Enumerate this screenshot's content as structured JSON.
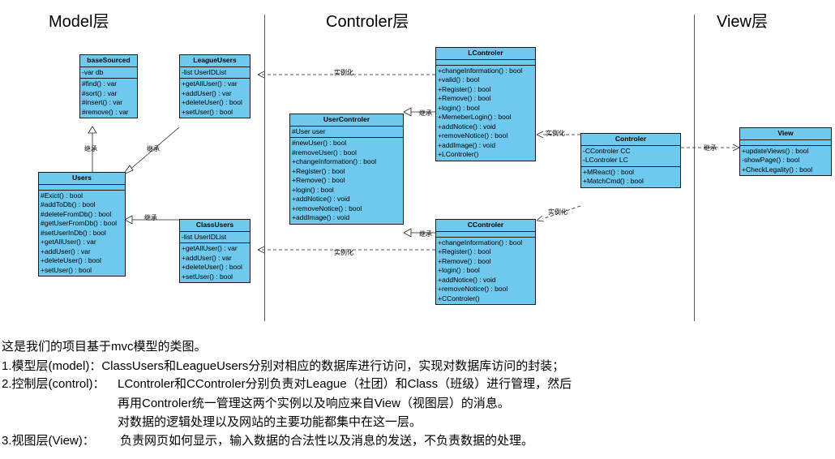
{
  "layers": {
    "model": "Model层",
    "controller": "Controler层",
    "view": "View层"
  },
  "classes": {
    "baseSourced": {
      "name": "baseSourced",
      "attrs": [
        "-var db"
      ],
      "ops": [
        "#find() : var",
        "#sort() : var",
        "#insert() : var",
        "#remove() : var"
      ]
    },
    "LeagueUsers": {
      "name": "LeagueUsers",
      "attrs": [
        "-list UserIDList"
      ],
      "ops": [
        "+getAllUser() : var",
        "+addUser() : var",
        "+deleteUser() : bool",
        "+setUser() : bool"
      ]
    },
    "Users": {
      "name": "Users",
      "attrs": [],
      "ops": [
        "#Exict() : bool",
        "#addToDb() : bool",
        "#deleteFromDb() : bool",
        "#getUserFromDb() : bool",
        "#setUserInDb() : bool",
        "+getAllUser() : var",
        "+addUser() : var",
        "+deleteUser() : bool",
        "+setUser() : bool"
      ]
    },
    "ClassUsers": {
      "name": "ClassUsers",
      "attrs": [
        "-list UserIDList"
      ],
      "ops": [
        "+getAllUser() : var",
        "+addUser() : var",
        "+deleteUser() : bool",
        "+setUser() : bool"
      ]
    },
    "UserControler": {
      "name": "UserControler",
      "attrs": [
        "#User user"
      ],
      "ops": [
        "#newUser() : bool",
        "#removeUser() : bool",
        "+changeInformation() : bool",
        "+Register() : bool",
        "+Remove() : bool",
        "+login() : bool",
        "+addNotice() : void",
        "+removeNotice() : bool",
        "+addImage() : void"
      ]
    },
    "LControler": {
      "name": "LControler",
      "attrs": [],
      "ops": [
        "+changeInformation() : bool",
        "+valid() : bool",
        "+Register() : bool",
        "+Remove() : bool",
        "+login() : bool",
        "+MemeberLogin() : bool",
        "+addNotice() : void",
        "+removeNotice() : bool",
        "+addImage() : void",
        "+LControler()"
      ]
    },
    "CControler": {
      "name": "CControler",
      "attrs": [],
      "ops": [
        "+changeInformation() : bool",
        "+Register() : bool",
        "+Remove() : bool",
        "+login() : bool",
        "+addNotice() : void",
        "+removeNotice() : bool",
        "+CControler()"
      ]
    },
    "Controler": {
      "name": "Controler",
      "attrs": [
        "-CControler CC",
        "-LControler LC"
      ],
      "ops": [
        "+MReact() : bool",
        "+MatchCmd() : bool"
      ]
    },
    "View": {
      "name": "View",
      "attrs": [],
      "ops": [
        "+updateViews() : bool",
        "-showPage() : bool",
        "+CheckLegality() : bool"
      ]
    }
  },
  "edge_labels": {
    "inherit": "继承",
    "instantiate": "实例化"
  },
  "notes": {
    "line0": "这是我们的项目基于mvc模型的类图。",
    "line1": "1.模型层(model)：ClassUsers和LeagueUsers分别对相应的数据库进行访问，实现对数据库访问的封装；",
    "line2_label": "2.控制层(control)：",
    "line2": "LControler和CControler分别负责对League（社团）和Class（班级）进行管理，然后",
    "line3": "再用Controler统一管理这两个实例以及响应来自View（视图层）的消息。",
    "line4": "对数据的逻辑处理以及网站的主要功能都集中在这一层。",
    "line5_label": "3.视图层(View)：",
    "line5": "负责网页如何显示，输入数据的合法性以及消息的发送，不负责数据的处理。"
  }
}
